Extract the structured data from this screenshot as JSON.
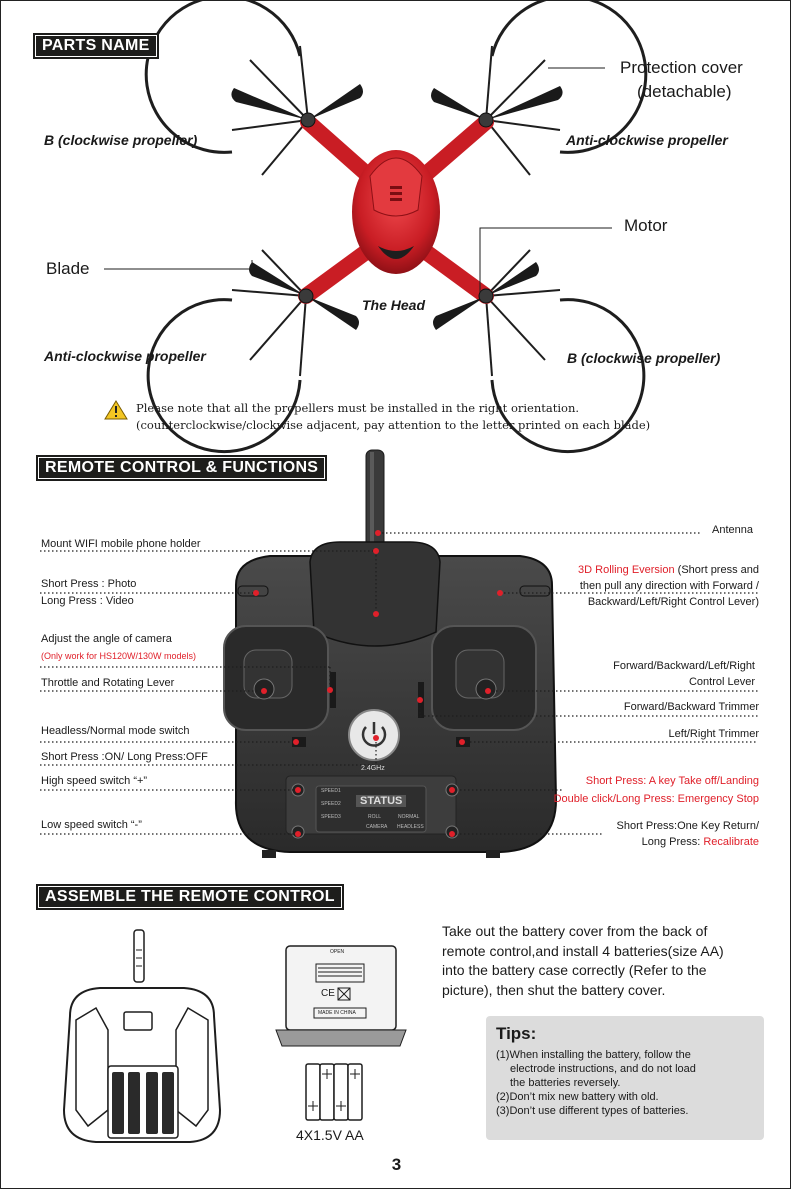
{
  "sections": {
    "parts": "PARTS NAME",
    "remote": "REMOTE CONTROL & FUNCTIONS",
    "assemble": "ASSEMBLE THE REMOTE CONTROL"
  },
  "drone_parts": {
    "protection_cover_1": "Protection cover",
    "protection_cover_2": "(detachable)",
    "b_clockwise_top": "B (clockwise propeller)",
    "anticlockwise_top": "Anti-clockwise propeller",
    "motor": "Motor",
    "blade": "Blade",
    "head": "The Head",
    "anticlockwise_bottom": "Anti-clockwise propeller",
    "b_clockwise_bottom": "B (clockwise propeller)"
  },
  "note": {
    "line1": "Please note that all the propellers must be installed in the right orientation.",
    "line2": "(counterclockwise/clockwise adjacent, pay attention to the letter printed on each blade)"
  },
  "remote_left": {
    "wifi_holder": "Mount WIFI mobile phone holder",
    "photo": "Short Press : Photo",
    "video": "Long  Press :  Video",
    "camera_angle": "Adjust the angle of camera",
    "camera_note": "(Only work for HS120W/130W models)",
    "throttle": "Throttle and Rotating Lever",
    "headless": "Headless/Normal mode switch",
    "power": "Short Press :ON/ Long Press:OFF",
    "high_speed": "High speed switch “+”",
    "low_speed": "Low speed switch “-”"
  },
  "remote_right": {
    "antenna": "Antenna",
    "roll_1": "3D Rolling Eversion",
    "roll_1b": " (Short press and",
    "roll_2": "then pull any direction with Forward /",
    "roll_3": "Backward/Left/Right Control Lever)",
    "control_1": "Forward/Backward/Left/Right",
    "control_2": "Control Lever",
    "fb_trim": "Forward/Backward Trimmer",
    "lr_trim": "Left/Right Trimmer",
    "takeoff_1": "Short Press: A key Take off/Landing",
    "takeoff_2": "Double click/Long Press: Emergency Stop",
    "return_1": "Short Press:One Key Return/",
    "return_2a": "Long Press: ",
    "return_2b": "Recalibrate"
  },
  "remote_panel": {
    "freq": "2.4GHz",
    "status": "STATUS",
    "speed1": "SPEED1",
    "speed2": "SPEED2",
    "speed3": "SPEED3",
    "roll": "ROLL",
    "normal": "NORMAL",
    "camera": "CAMERA",
    "headless": "HEADLESS"
  },
  "assemble": {
    "line1": "Take out the battery cover from the back of",
    "line2": "remote control,and install 4 batteries(size AA)",
    "line3": "into the battery case correctly (Refer to the",
    "line4": "picture), then shut the battery cover.",
    "battery_label": "4X1.5V AA",
    "cover_open": "OPEN",
    "cover_ce": "CE",
    "cover_made": "MADE IN CHINA"
  },
  "tips": {
    "title": "Tips:",
    "t1a": "(1)When installing the battery, follow the",
    "t1b": "electrode instructions, and do not load",
    "t1c": "the batteries reversely.",
    "t2": "(2)Don’t mix new battery with old.",
    "t3": "(3)Don’t use different types of batteries."
  },
  "page_number": "3",
  "colors": {
    "drone_red": "#d8252b",
    "label_red": "#e0202a",
    "dark": "#1d1d1b",
    "tips_bg": "#dcdcdc"
  }
}
